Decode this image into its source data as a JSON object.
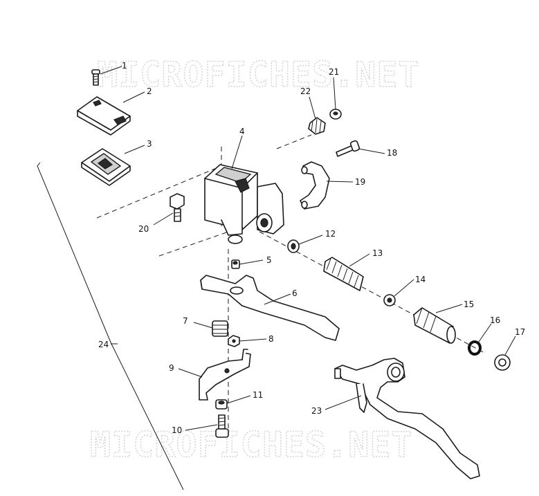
{
  "watermark": {
    "text": "MICROFICHES.NET"
  },
  "callouts": [
    {
      "id": "1",
      "label": "1"
    },
    {
      "id": "2",
      "label": "2"
    },
    {
      "id": "3",
      "label": "3"
    },
    {
      "id": "4",
      "label": "4"
    },
    {
      "id": "5",
      "label": "5"
    },
    {
      "id": "6",
      "label": "6"
    },
    {
      "id": "7",
      "label": "7"
    },
    {
      "id": "8",
      "label": "8"
    },
    {
      "id": "9",
      "label": "9"
    },
    {
      "id": "10",
      "label": "10"
    },
    {
      "id": "11",
      "label": "11"
    },
    {
      "id": "12",
      "label": "12"
    },
    {
      "id": "13",
      "label": "13"
    },
    {
      "id": "14",
      "label": "14"
    },
    {
      "id": "15",
      "label": "15"
    },
    {
      "id": "16",
      "label": "16"
    },
    {
      "id": "17",
      "label": "17"
    },
    {
      "id": "18",
      "label": "18"
    },
    {
      "id": "19",
      "label": "19"
    },
    {
      "id": "20",
      "label": "20"
    },
    {
      "id": "21",
      "label": "21"
    },
    {
      "id": "22",
      "label": "22"
    },
    {
      "id": "23",
      "label": "23"
    },
    {
      "id": "24",
      "label": "24"
    }
  ]
}
